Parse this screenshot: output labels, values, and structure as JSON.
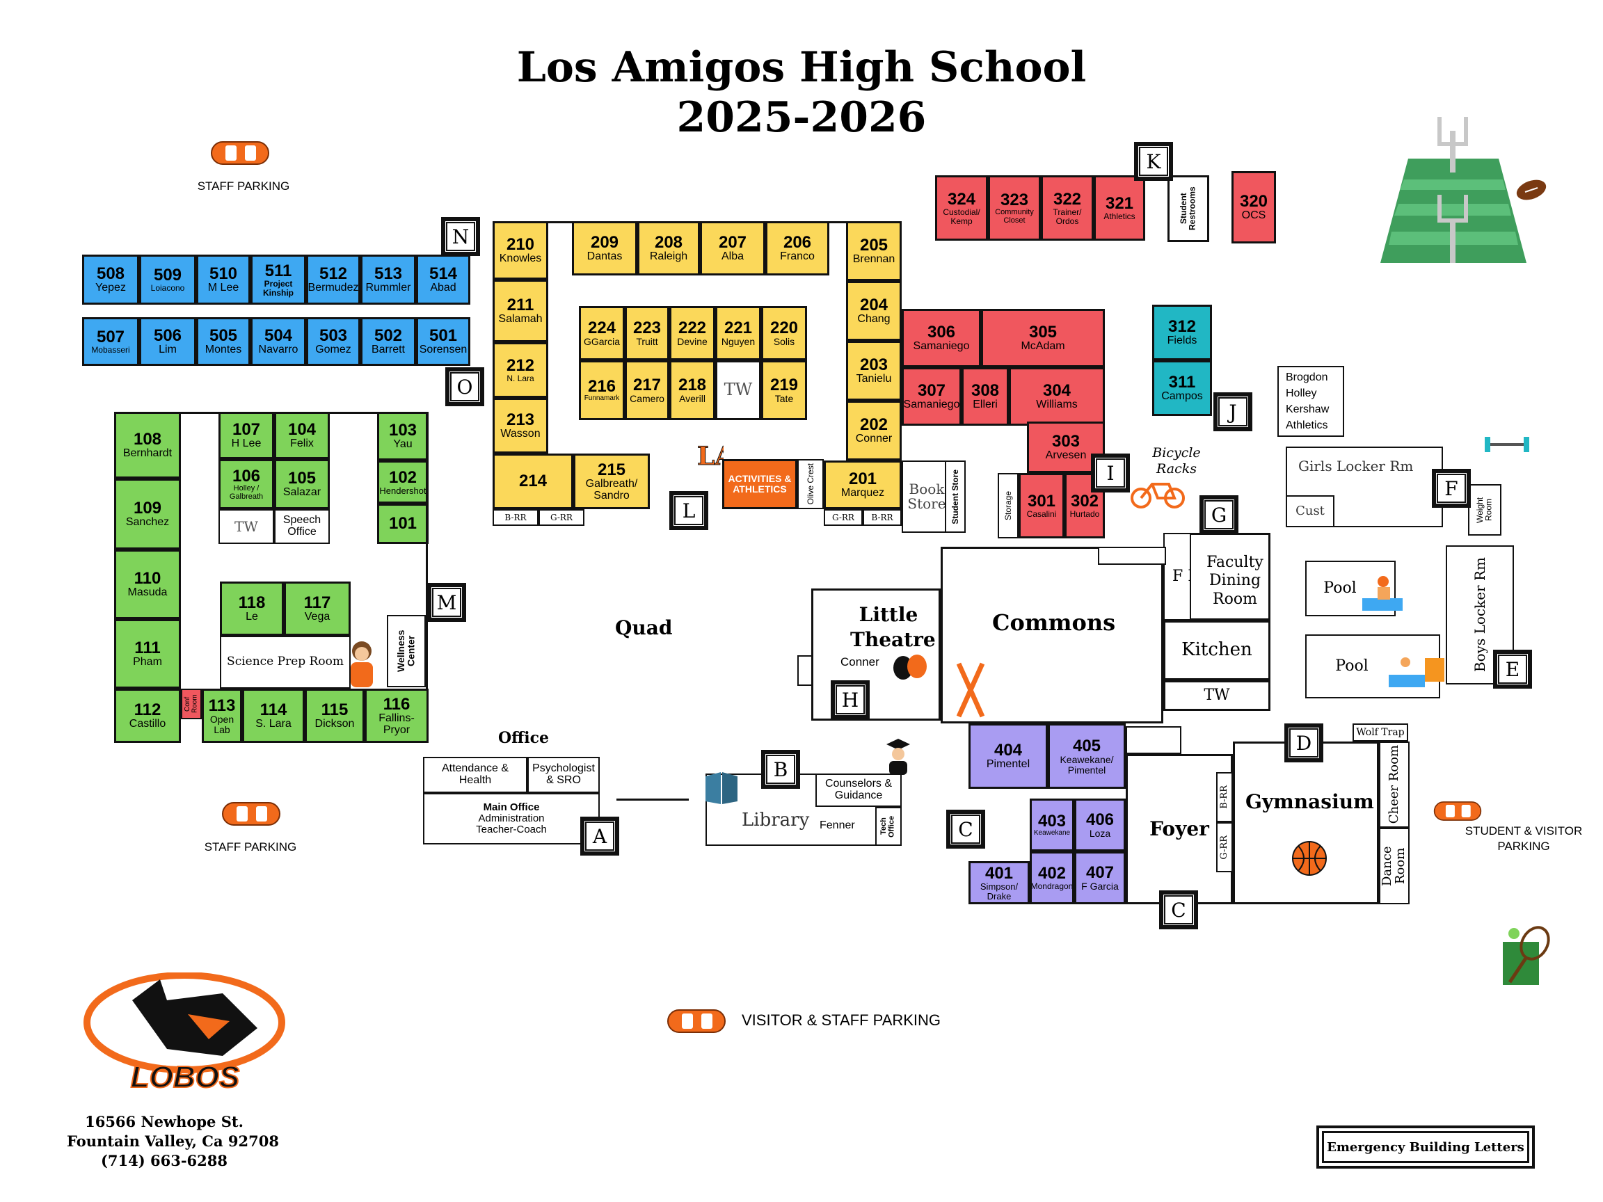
{
  "header": {
    "title": "Los Amigos High School",
    "year": "2025-2026"
  },
  "parking": {
    "staff_top": "STAFF PARKING",
    "staff_left": "STAFF PARKING",
    "visitor_staff": "VISITOR & STAFF PARKING",
    "student_visitor": "STUDENT & VISITOR PARKING"
  },
  "rooms_500": [
    {
      "num": "508",
      "name": "Yepez"
    },
    {
      "num": "509",
      "name": "Loiacono"
    },
    {
      "num": "510",
      "name": "M Lee"
    },
    {
      "num": "511",
      "name": "Project Kinship"
    },
    {
      "num": "512",
      "name": "Bermudez"
    },
    {
      "num": "513",
      "name": "Rummler"
    },
    {
      "num": "514",
      "name": "Abad"
    },
    {
      "num": "507",
      "name": "Mobasseri"
    },
    {
      "num": "506",
      "name": "Lim"
    },
    {
      "num": "505",
      "name": "Montes"
    },
    {
      "num": "504",
      "name": "Navarro"
    },
    {
      "num": "503",
      "name": "Gomez"
    },
    {
      "num": "502",
      "name": "Barrett"
    },
    {
      "num": "501",
      "name": "Sorensen"
    }
  ],
  "rooms_200": [
    {
      "num": "210",
      "name": "Knowles"
    },
    {
      "num": "209",
      "name": "Dantas"
    },
    {
      "num": "208",
      "name": "Raleigh"
    },
    {
      "num": "207",
      "name": "Alba"
    },
    {
      "num": "206",
      "name": "Franco"
    },
    {
      "num": "205",
      "name": "Brennan"
    },
    {
      "num": "211",
      "name": "Salamah"
    },
    {
      "num": "212",
      "name": "N. Lara"
    },
    {
      "num": "213",
      "name": "Wasson"
    },
    {
      "num": "214",
      "name": ""
    },
    {
      "num": "215",
      "name": "Galbreath/ Sandro"
    },
    {
      "num": "204",
      "name": "Chang"
    },
    {
      "num": "203",
      "name": "Tanielu"
    },
    {
      "num": "202",
      "name": "Conner"
    },
    {
      "num": "201",
      "name": "Marquez"
    },
    {
      "num": "224",
      "name": "GGarcia"
    },
    {
      "num": "223",
      "name": "Truitt"
    },
    {
      "num": "222",
      "name": "Devine"
    },
    {
      "num": "221",
      "name": "Nguyen"
    },
    {
      "num": "220",
      "name": "Solis"
    },
    {
      "num": "216",
      "name": "Funnamark"
    },
    {
      "num": "217",
      "name": "Camero"
    },
    {
      "num": "218",
      "name": "Averill"
    },
    {
      "num": "219",
      "name": "Tate"
    }
  ],
  "rooms_300": [
    {
      "num": "324",
      "name": "Custodial/ Kemp"
    },
    {
      "num": "323",
      "name": "Community Closet"
    },
    {
      "num": "322",
      "name": "Trainer/ Ordos"
    },
    {
      "num": "321",
      "name": "Athletics"
    },
    {
      "num": "320",
      "name": "OCS"
    },
    {
      "num": "306",
      "name": "Samaniego"
    },
    {
      "num": "305",
      "name": "McAdam"
    },
    {
      "num": "307",
      "name": "Samaniego"
    },
    {
      "num": "308",
      "name": "Elleri"
    },
    {
      "num": "304",
      "name": "Williams"
    },
    {
      "num": "303",
      "name": "Arvesen"
    },
    {
      "num": "301",
      "name": "Casalini"
    },
    {
      "num": "302",
      "name": "Hurtado"
    },
    {
      "num": "312",
      "name": "Fields"
    },
    {
      "num": "311",
      "name": "Campos"
    }
  ],
  "rooms_100": [
    {
      "num": "108",
      "name": "Bernhardt"
    },
    {
      "num": "109",
      "name": "Sanchez"
    },
    {
      "num": "110",
      "name": "Masuda"
    },
    {
      "num": "111",
      "name": "Pham"
    },
    {
      "num": "112",
      "name": "Castillo"
    },
    {
      "num": "107",
      "name": "H Lee"
    },
    {
      "num": "104",
      "name": "Felix"
    },
    {
      "num": "106",
      "name": "Holley / Galbreath"
    },
    {
      "num": "105",
      "name": "Salazar"
    },
    {
      "num": "103",
      "name": "Yau"
    },
    {
      "num": "102",
      "name": "Hendershot"
    },
    {
      "num": "101",
      "name": ""
    },
    {
      "num": "118",
      "name": "Le"
    },
    {
      "num": "117",
      "name": "Vega"
    },
    {
      "num": "113",
      "name": "Open Lab"
    },
    {
      "num": "114",
      "name": "S. Lara"
    },
    {
      "num": "115",
      "name": "Dickson"
    },
    {
      "num": "116",
      "name": "Fallins-Pryor"
    }
  ],
  "rooms_400": [
    {
      "num": "404",
      "name": "Pimentel"
    },
    {
      "num": "405",
      "name": "Keawekane/ Pimentel"
    },
    {
      "num": "403",
      "name": "Keawekane"
    },
    {
      "num": "406",
      "name": "Loza"
    },
    {
      "num": "401",
      "name": "Simpson/ Drake"
    },
    {
      "num": "402",
      "name": "Mondragon"
    },
    {
      "num": "407",
      "name": "F Garcia"
    }
  ],
  "labels": {
    "tw": "TW",
    "conf_room": "Conf Room",
    "speech_office": "Speech Office",
    "science_prep": "Science Prep Room",
    "wellness": "Wellness Center",
    "activities": "ACTIVITIES & ATHLETICS",
    "olive_crest": "Olive Crest",
    "brr": "B-RR",
    "grr": "G-RR",
    "book_store": "Book Store",
    "student_store": "Student Store",
    "storage": "Storage",
    "student_restrooms": "Student Restrooms",
    "coaches": "Brogdon Holley Kershaw Athletics",
    "bicycle_racks": "Bicycle Racks",
    "girls_locker": "Girls Locker Rm",
    "cust": "Cust",
    "weight_room": "Weight Room",
    "pool1": "Pool",
    "pool2": "Pool",
    "boys_locker": "Boys Locker Rm",
    "fdr": "F D R 1",
    "faculty_dining": "Faculty Dining Room",
    "kitchen": "Kitchen",
    "quad": "Quad",
    "commons": "Commons",
    "little_theatre": "Little Theatre",
    "conner": "Conner",
    "office": "Office",
    "attendance": "Attendance & Health",
    "psychologist": "Psychologist & SRO",
    "main_office": "Main Office",
    "admin": "Administration Teacher-Coach",
    "library": "Library",
    "counselors": "Counselors & Guidance",
    "fenner": "Fenner",
    "tech_office": "Tech Office",
    "foyer": "Foyer",
    "gymnasium": "Gymnasium",
    "wolf_trap": "Wolf Trap",
    "cheer_room": "Cheer Room",
    "dance_room": "Dance Room",
    "logo_text": "LOBOS"
  },
  "address": {
    "street": "16566 Newhope St.",
    "city": "Fountain Valley, Ca 92708",
    "phone": "(714) 663-6288"
  },
  "legend": {
    "emergency": "Emergency Building Letters"
  },
  "letters": [
    "N",
    "O",
    "K",
    "L",
    "M",
    "H",
    "I",
    "J",
    "G",
    "F",
    "E",
    "A",
    "B",
    "C",
    "C",
    "D"
  ],
  "colors": {
    "blue": "#3ea8f2",
    "yellow": "#fbd85a",
    "green": "#7fd35a",
    "red": "#f0575e",
    "teal": "#21b7c4",
    "purple": "#a99cf2",
    "orange": "#f26a1b"
  },
  "icons": [
    "car-icon",
    "football-field-icon",
    "football-icon",
    "bicycle-icon",
    "dumbbell-icon",
    "swimmer-icon",
    "tennis-icon",
    "basketball-icon",
    "graduate-icon",
    "book-icon",
    "theatre-masks-icon",
    "fork-knife-icon",
    "student-icon",
    "la-logo-icon",
    "wolf-logo-icon"
  ]
}
